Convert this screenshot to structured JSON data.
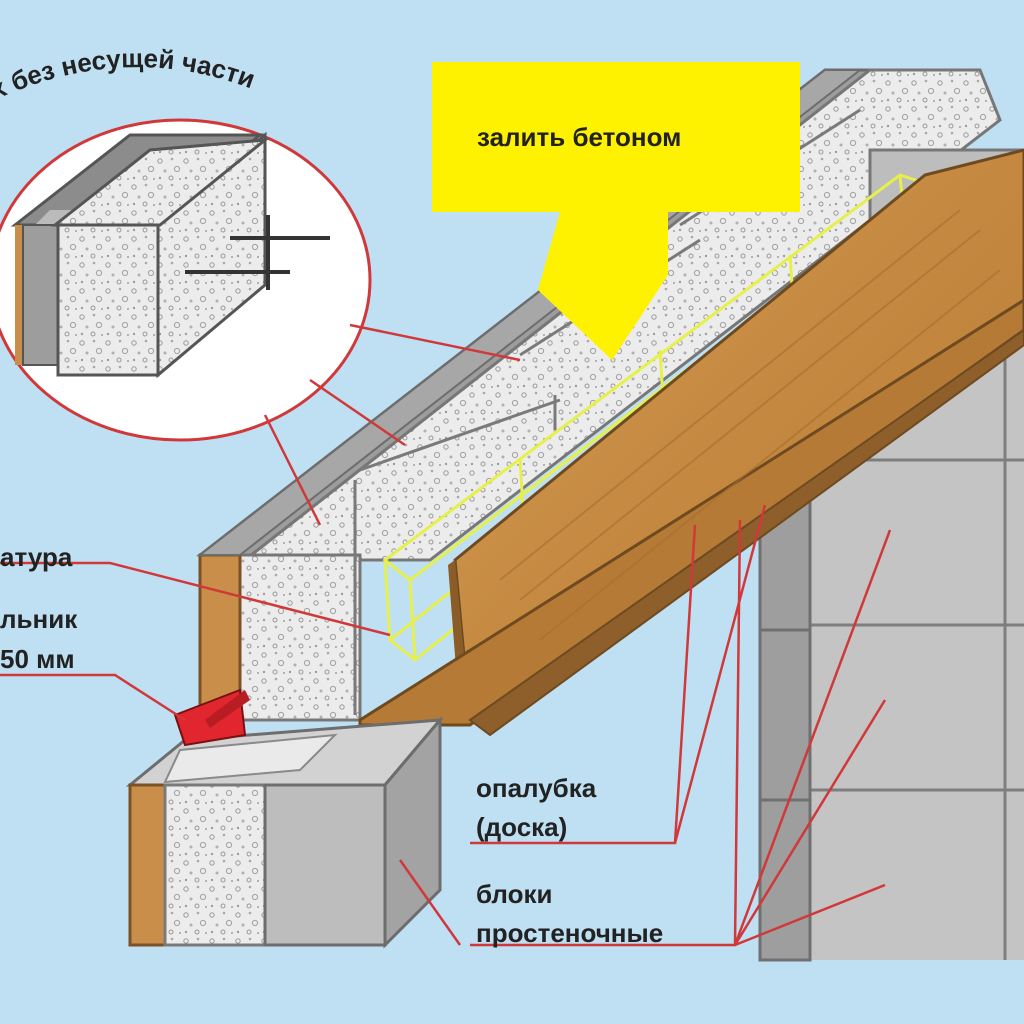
{
  "labels": {
    "circle_caption": "х без несущей части",
    "pour_concrete": "залить бетоном",
    "rebar": "атура",
    "drip": "льник",
    "drip_size": "50 мм",
    "formwork_1": "опалубка",
    "formwork_2": "(доска)",
    "blocks_1": "блоки",
    "blocks_2": "простеночные"
  },
  "colors": {
    "background": "#bfe0f3",
    "arrow": "#fff200",
    "wood": "#c98f4a",
    "block_face": "#e6e6e6",
    "block_side": "#a9a9a9",
    "leader": "#d0383a",
    "angle": "#e2262f"
  }
}
